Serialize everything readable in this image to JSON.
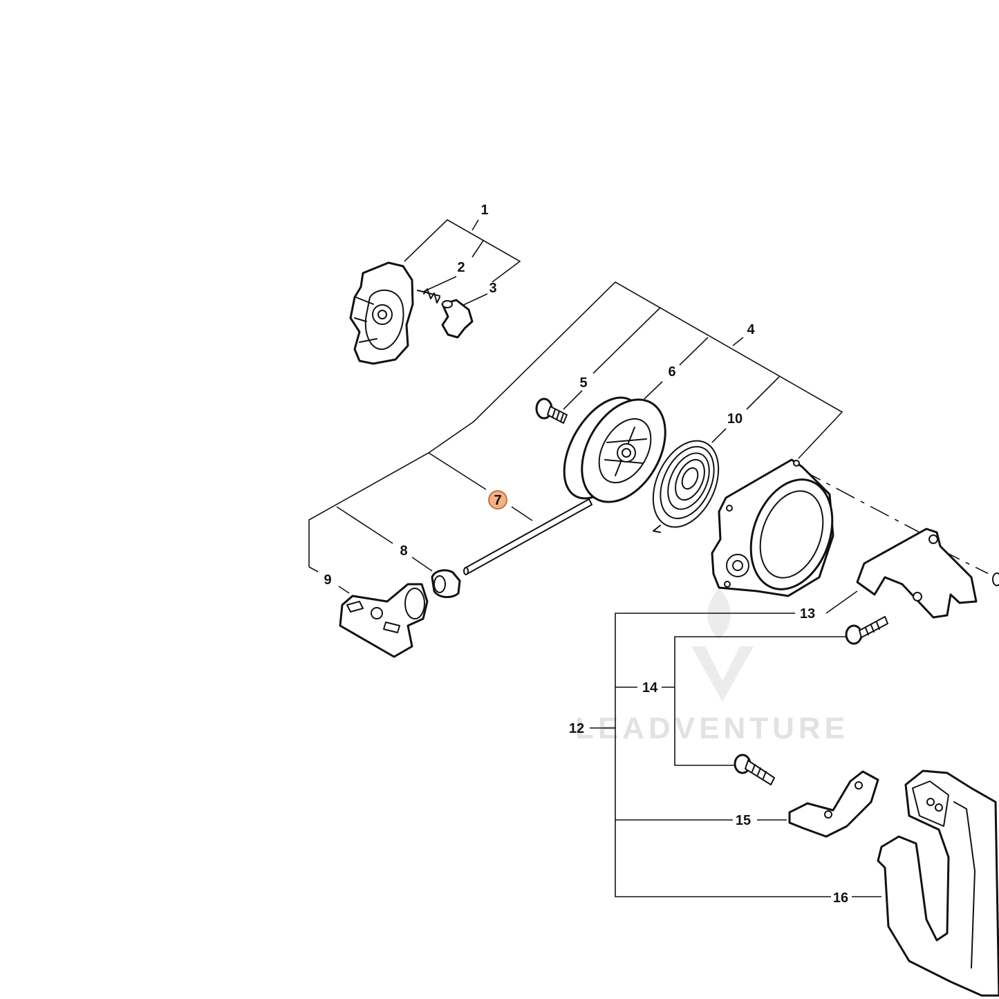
{
  "watermark": {
    "text": "LEADVENTURE"
  },
  "highlight": {
    "part": "7",
    "color": "#f4b183",
    "stroke": "#c0783c"
  },
  "labels": {
    "p1": "1",
    "p2": "2",
    "p3": "3",
    "p4": "4",
    "p5": "5",
    "p6": "6",
    "p7": "7",
    "p8": "8",
    "p9": "9",
    "p10": "10",
    "p12": "12",
    "p13": "13",
    "p14": "14",
    "p15": "15",
    "p16": "16"
  }
}
